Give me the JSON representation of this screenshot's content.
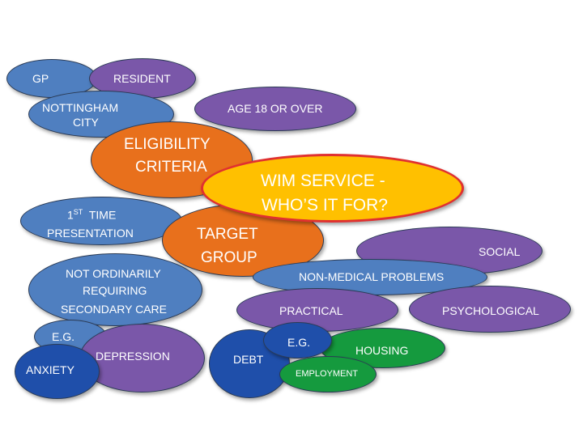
{
  "nodes": {
    "gp": "GP",
    "resident": "RESIDENT",
    "nottingham_line1": "NOTTINGHAM",
    "nottingham_line2": "CITY",
    "age": "AGE 18 OR OVER",
    "eligibility_line1": "ELIGIBILITY",
    "eligibility_line2": "CRITERIA",
    "wim_line1": "WIM SERVICE -",
    "wim_line2": "WHO’S IT FOR?",
    "first_time_num": "1",
    "first_time_sup": "ST",
    "first_time_rest": "TIME",
    "first_time_line2": "PRESENTATION",
    "target_line1": "TARGET",
    "target_line2": "GROUP",
    "social": "SOCIAL",
    "not_ord_line1": "NOT ORDINARILY",
    "not_ord_line2": "REQUIRING",
    "not_ord_line3": "SECONDARY CARE",
    "non_medical": "NON-MEDICAL PROBLEMS",
    "practical": "PRACTICAL",
    "psychological": "PSYCHOLOGICAL",
    "eg_left": "E.G.",
    "depression": "DEPRESSION",
    "anxiety": "ANXIETY",
    "debt": "DEBT",
    "eg_right": "E.G.",
    "housing": "HOUSING",
    "employment": "EMPLOYMENT"
  }
}
